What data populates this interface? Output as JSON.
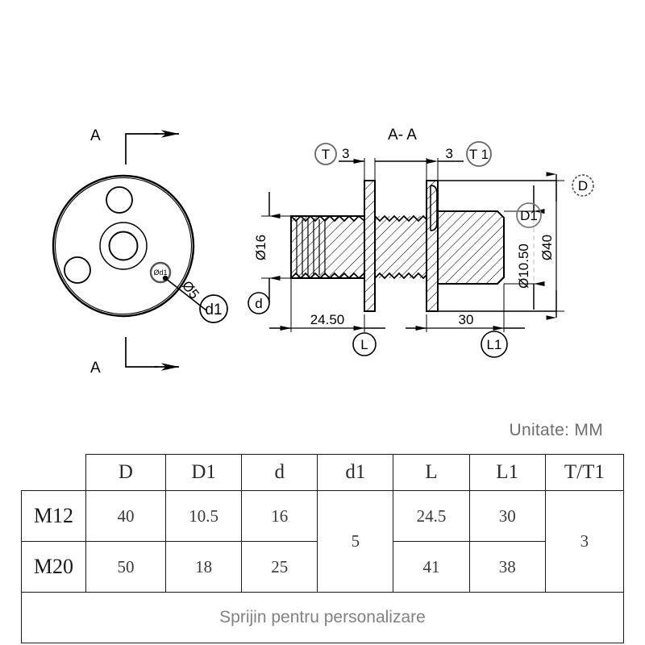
{
  "document": {
    "type": "engineering-drawing",
    "unit_note": "Unitate: MM",
    "footer_note": "Sprijin pentru personalizare"
  },
  "front_view": {
    "section_label_top": "A",
    "section_label_bottom": "A",
    "hole_callout": "Ø5",
    "hole_balloon": "d1",
    "edge_balloon": "Ød1"
  },
  "section_view": {
    "title": "A- A",
    "balloons": {
      "t": "T",
      "t1": "T 1",
      "l": "L",
      "l1": "L1",
      "d": "d",
      "d_outer": "D",
      "d1": "D1"
    },
    "dimensions": {
      "thickness_left": "3",
      "thickness_right": "3",
      "thread_dia": "Ø16",
      "length_left": "24.50",
      "length_right": "30",
      "bore_dia": "Ø10.50",
      "flange_dia": "Ø40"
    }
  },
  "table": {
    "columns": [
      "",
      "D",
      "D1",
      "d",
      "d1",
      "L",
      "L1",
      "T/T1"
    ],
    "rows": [
      {
        "size": "M12",
        "D": "40",
        "D1": "10.5",
        "d": "16",
        "d1": "5",
        "L": "24.5",
        "L1": "30",
        "T": "3"
      },
      {
        "size": "M20",
        "D": "50",
        "D1": "18",
        "d": "25",
        "d1": "5",
        "L": "41",
        "L1": "38",
        "T": "3"
      }
    ],
    "merged": {
      "d1_value": "5",
      "t_value": "3"
    },
    "footer": "Sprijin pentru personalizare"
  },
  "colors": {
    "line": "#000000",
    "table_border": "#1a1a1a",
    "muted_text": "#828282",
    "unit_text": "#6e6e6e"
  }
}
